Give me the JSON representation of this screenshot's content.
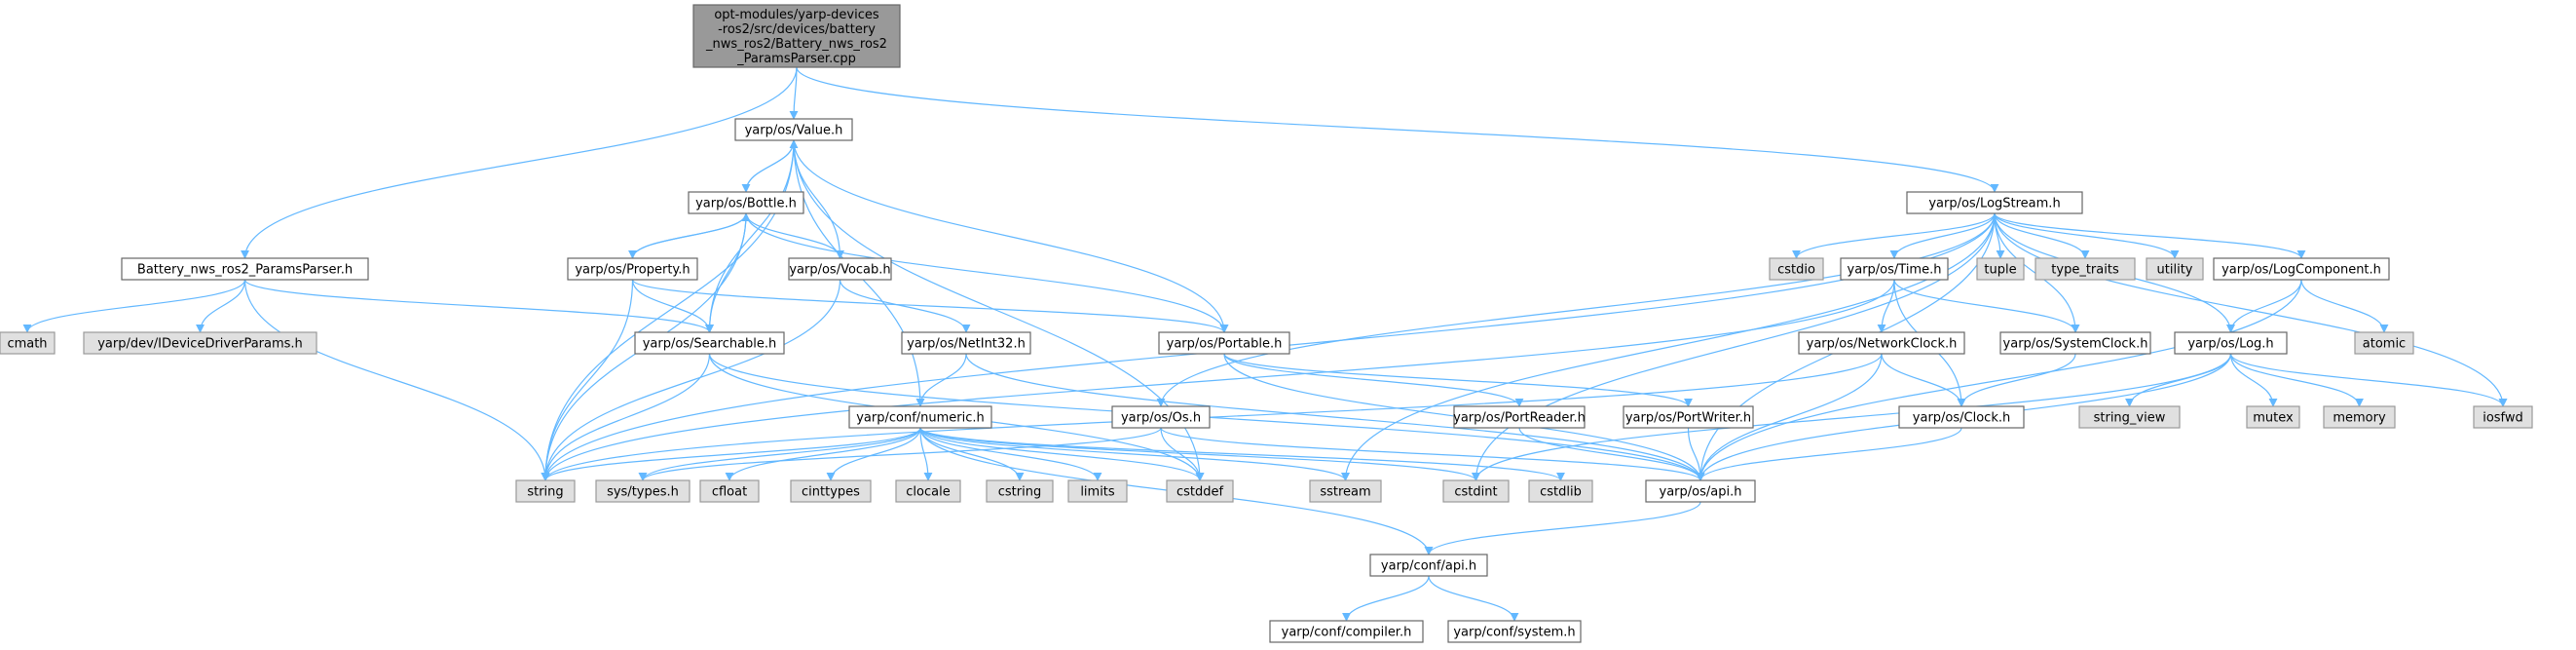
{
  "colors": {
    "edge": "#63b8ff",
    "root_fill": "#999999",
    "node_fill": "#ffffff",
    "node_stroke": "#666666",
    "system_fill": "#e0e0e0",
    "system_stroke": "#999999"
  },
  "nodes": [
    {
      "id": "root",
      "kind": "root",
      "lines": [
        "opt-modules/yarp-devices",
        "-ros2/src/devices/battery",
        "_nws_ros2/Battery_nws_ros2",
        "_ParamsParser.cpp"
      ]
    },
    {
      "id": "battery_parser",
      "kind": "file",
      "lines": [
        "Battery_nws_ros2_ParamsParser.h"
      ]
    },
    {
      "id": "value",
      "kind": "file",
      "lines": [
        "yarp/os/Value.h"
      ]
    },
    {
      "id": "logstream",
      "kind": "file",
      "lines": [
        "yarp/os/LogStream.h"
      ]
    },
    {
      "id": "bottle",
      "kind": "file",
      "lines": [
        "yarp/os/Bottle.h"
      ]
    },
    {
      "id": "property",
      "kind": "file",
      "lines": [
        "yarp/os/Property.h"
      ]
    },
    {
      "id": "vocab",
      "kind": "file",
      "lines": [
        "yarp/os/Vocab.h"
      ]
    },
    {
      "id": "searchable",
      "kind": "file",
      "lines": [
        "yarp/os/Searchable.h"
      ]
    },
    {
      "id": "netint32",
      "kind": "file",
      "lines": [
        "yarp/os/NetInt32.h"
      ]
    },
    {
      "id": "portable",
      "kind": "file",
      "lines": [
        "yarp/os/Portable.h"
      ]
    },
    {
      "id": "numeric",
      "kind": "file",
      "lines": [
        "yarp/conf/numeric.h"
      ]
    },
    {
      "id": "os",
      "kind": "file",
      "lines": [
        "yarp/os/Os.h"
      ]
    },
    {
      "id": "portreader",
      "kind": "file",
      "lines": [
        "yarp/os/PortReader.h"
      ]
    },
    {
      "id": "portwriter",
      "kind": "file",
      "lines": [
        "yarp/os/PortWriter.h"
      ]
    },
    {
      "id": "time",
      "kind": "file",
      "lines": [
        "yarp/os/Time.h"
      ]
    },
    {
      "id": "networkclock",
      "kind": "file",
      "lines": [
        "yarp/os/NetworkClock.h"
      ]
    },
    {
      "id": "systemclock",
      "kind": "file",
      "lines": [
        "yarp/os/SystemClock.h"
      ]
    },
    {
      "id": "clock",
      "kind": "file",
      "lines": [
        "yarp/os/Clock.h"
      ]
    },
    {
      "id": "logcomponent",
      "kind": "file",
      "lines": [
        "yarp/os/LogComponent.h"
      ]
    },
    {
      "id": "log",
      "kind": "file",
      "lines": [
        "yarp/os/Log.h"
      ]
    },
    {
      "id": "os_api",
      "kind": "file",
      "lines": [
        "yarp/os/api.h"
      ]
    },
    {
      "id": "conf_api",
      "kind": "file",
      "lines": [
        "yarp/conf/api.h"
      ]
    },
    {
      "id": "compiler",
      "kind": "file",
      "lines": [
        "yarp/conf/compiler.h"
      ]
    },
    {
      "id": "system",
      "kind": "file",
      "lines": [
        "yarp/conf/system.h"
      ]
    },
    {
      "id": "cmath",
      "kind": "system",
      "lines": [
        "cmath"
      ]
    },
    {
      "id": "idevicedriverparams",
      "kind": "system",
      "lines": [
        "yarp/dev/IDeviceDriverParams.h"
      ]
    },
    {
      "id": "string",
      "kind": "system",
      "lines": [
        "string"
      ]
    },
    {
      "id": "systypes",
      "kind": "system",
      "lines": [
        "sys/types.h"
      ]
    },
    {
      "id": "cfloat",
      "kind": "system",
      "lines": [
        "cfloat"
      ]
    },
    {
      "id": "cinttypes",
      "kind": "system",
      "lines": [
        "cinttypes"
      ]
    },
    {
      "id": "clocale",
      "kind": "system",
      "lines": [
        "clocale"
      ]
    },
    {
      "id": "cstring",
      "kind": "system",
      "lines": [
        "cstring"
      ]
    },
    {
      "id": "limits",
      "kind": "system",
      "lines": [
        "limits"
      ]
    },
    {
      "id": "cstddef",
      "kind": "system",
      "lines": [
        "cstddef"
      ]
    },
    {
      "id": "sstream",
      "kind": "system",
      "lines": [
        "sstream"
      ]
    },
    {
      "id": "cstdint",
      "kind": "system",
      "lines": [
        "cstdint"
      ]
    },
    {
      "id": "cstdlib",
      "kind": "system",
      "lines": [
        "cstdlib"
      ]
    },
    {
      "id": "cstdio",
      "kind": "system",
      "lines": [
        "cstdio"
      ]
    },
    {
      "id": "tuple",
      "kind": "system",
      "lines": [
        "tuple"
      ]
    },
    {
      "id": "type_traits",
      "kind": "system",
      "lines": [
        "type_traits"
      ]
    },
    {
      "id": "utility",
      "kind": "system",
      "lines": [
        "utility"
      ]
    },
    {
      "id": "atomic",
      "kind": "system",
      "lines": [
        "atomic"
      ]
    },
    {
      "id": "string_view",
      "kind": "system",
      "lines": [
        "string_view"
      ]
    },
    {
      "id": "mutex",
      "kind": "system",
      "lines": [
        "mutex"
      ]
    },
    {
      "id": "memory",
      "kind": "system",
      "lines": [
        "memory"
      ]
    },
    {
      "id": "iosfwd",
      "kind": "system",
      "lines": [
        "iosfwd"
      ]
    }
  ],
  "edges": [
    [
      "root",
      "battery_parser"
    ],
    [
      "root",
      "value"
    ],
    [
      "root",
      "logstream"
    ],
    [
      "battery_parser",
      "cmath"
    ],
    [
      "battery_parser",
      "idevicedriverparams"
    ],
    [
      "battery_parser",
      "searchable"
    ],
    [
      "battery_parser",
      "string"
    ],
    [
      "value",
      "bottle"
    ],
    [
      "value",
      "string"
    ],
    [
      "value",
      "vocab"
    ],
    [
      "value",
      "searchable"
    ],
    [
      "value",
      "portable"
    ],
    [
      "value",
      "numeric"
    ],
    [
      "value",
      "cstddef"
    ],
    [
      "bottle",
      "value"
    ],
    [
      "bottle",
      "property"
    ],
    [
      "bottle",
      "vocab"
    ],
    [
      "bottle",
      "searchable"
    ],
    [
      "bottle",
      "portable"
    ],
    [
      "bottle",
      "string"
    ],
    [
      "property",
      "bottle"
    ],
    [
      "property",
      "searchable"
    ],
    [
      "property",
      "portable"
    ],
    [
      "property",
      "string"
    ],
    [
      "vocab",
      "netint32"
    ],
    [
      "vocab",
      "string"
    ],
    [
      "searchable",
      "string"
    ],
    [
      "searchable",
      "os_api"
    ],
    [
      "searchable",
      "cstddef"
    ],
    [
      "netint32",
      "numeric"
    ],
    [
      "netint32",
      "os_api"
    ],
    [
      "portable",
      "portreader"
    ],
    [
      "portable",
      "portwriter"
    ],
    [
      "portable",
      "os_api"
    ],
    [
      "numeric",
      "string"
    ],
    [
      "numeric",
      "systypes"
    ],
    [
      "numeric",
      "cfloat"
    ],
    [
      "numeric",
      "cinttypes"
    ],
    [
      "numeric",
      "clocale"
    ],
    [
      "numeric",
      "cstring"
    ],
    [
      "numeric",
      "limits"
    ],
    [
      "numeric",
      "cstddef"
    ],
    [
      "numeric",
      "sstream"
    ],
    [
      "numeric",
      "cstdint"
    ],
    [
      "numeric",
      "cstdlib"
    ],
    [
      "numeric",
      "conf_api"
    ],
    [
      "os",
      "systypes"
    ],
    [
      "os",
      "cstddef"
    ],
    [
      "os",
      "os_api"
    ],
    [
      "portreader",
      "os_api"
    ],
    [
      "portwriter",
      "os_api"
    ],
    [
      "logstream",
      "cstdio"
    ],
    [
      "logstream",
      "time"
    ],
    [
      "logstream",
      "tuple"
    ],
    [
      "logstream",
      "type_traits"
    ],
    [
      "logstream",
      "utility"
    ],
    [
      "logstream",
      "logcomponent"
    ],
    [
      "logstream",
      "os"
    ],
    [
      "logstream",
      "systemclock"
    ],
    [
      "logstream",
      "log"
    ],
    [
      "logstream",
      "iosfwd"
    ],
    [
      "logstream",
      "string"
    ],
    [
      "logstream",
      "sstream"
    ],
    [
      "logstream",
      "os_api"
    ],
    [
      "logstream",
      "cstdint"
    ],
    [
      "time",
      "networkclock"
    ],
    [
      "time",
      "systemclock"
    ],
    [
      "time",
      "clock"
    ],
    [
      "time",
      "string"
    ],
    [
      "networkclock",
      "clock"
    ],
    [
      "networkclock",
      "string"
    ],
    [
      "networkclock",
      "os_api"
    ],
    [
      "systemclock",
      "clock"
    ],
    [
      "clock",
      "os_api"
    ],
    [
      "logcomponent",
      "log"
    ],
    [
      "logcomponent",
      "atomic"
    ],
    [
      "logcomponent",
      "os_api"
    ],
    [
      "log",
      "string_view"
    ],
    [
      "log",
      "mutex"
    ],
    [
      "log",
      "memory"
    ],
    [
      "log",
      "iosfwd"
    ],
    [
      "log",
      "os_api"
    ],
    [
      "log",
      "cstdint"
    ],
    [
      "os_api",
      "conf_api"
    ],
    [
      "conf_api",
      "compiler"
    ],
    [
      "conf_api",
      "system"
    ]
  ]
}
